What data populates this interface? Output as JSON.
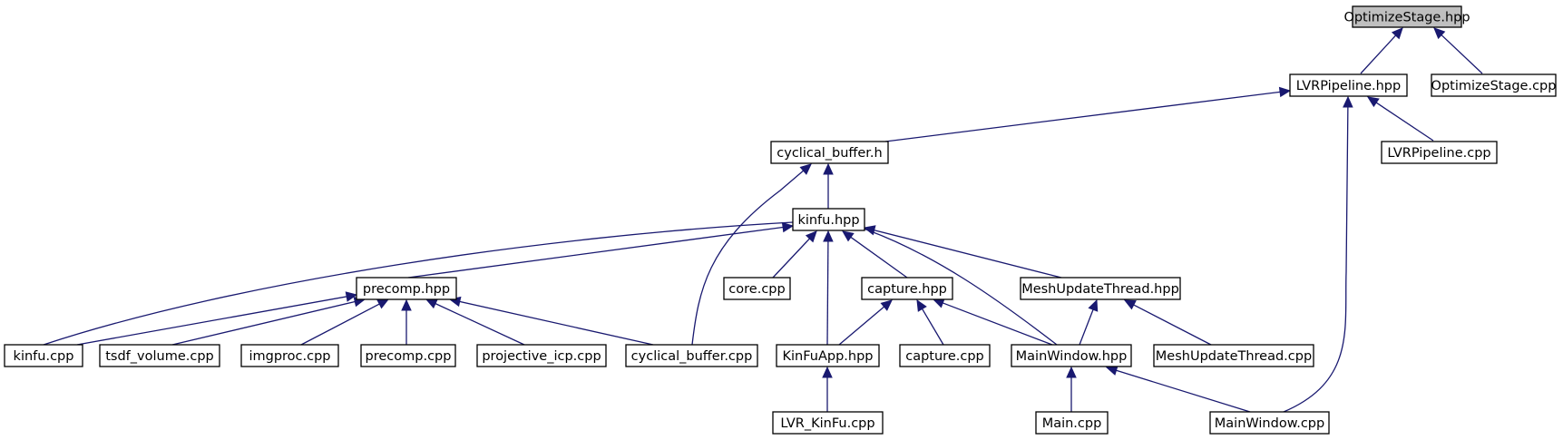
{
  "graph": {
    "root": "OptimizeStage.hpp",
    "colors": {
      "edge": "#191970",
      "root_fill": "#bfbfbf",
      "node_fill": "#ffffff",
      "node_border": "#000000"
    },
    "nodes": [
      {
        "id": "optimize_stage_hpp",
        "label": "OptimizeStage.hpp",
        "root": true
      },
      {
        "id": "lvrpipeline_hpp",
        "label": "LVRPipeline.hpp"
      },
      {
        "id": "optimize_stage_cpp",
        "label": "OptimizeStage.cpp"
      },
      {
        "id": "cyclical_buffer_h",
        "label": "cyclical_buffer.h"
      },
      {
        "id": "lvrpipeline_cpp",
        "label": "LVRPipeline.cpp"
      },
      {
        "id": "kinfu_hpp",
        "label": "kinfu.hpp"
      },
      {
        "id": "precomp_hpp",
        "label": "precomp.hpp"
      },
      {
        "id": "core_cpp",
        "label": "core.cpp"
      },
      {
        "id": "capture_hpp",
        "label": "capture.hpp"
      },
      {
        "id": "meshupdatethread_hpp",
        "label": "MeshUpdateThread.hpp"
      },
      {
        "id": "kinfu_cpp",
        "label": "kinfu.cpp"
      },
      {
        "id": "tsdf_volume_cpp",
        "label": "tsdf_volume.cpp"
      },
      {
        "id": "imgproc_cpp",
        "label": "imgproc.cpp"
      },
      {
        "id": "precomp_cpp",
        "label": "precomp.cpp"
      },
      {
        "id": "projective_icp_cpp",
        "label": "projective_icp.cpp"
      },
      {
        "id": "cyclical_buffer_cpp",
        "label": "cyclical_buffer.cpp"
      },
      {
        "id": "kinfuapp_hpp",
        "label": "KinFuApp.hpp"
      },
      {
        "id": "capture_cpp",
        "label": "capture.cpp"
      },
      {
        "id": "mainwindow_hpp",
        "label": "MainWindow.hpp"
      },
      {
        "id": "meshupdatethread_cpp",
        "label": "MeshUpdateThread.cpp"
      },
      {
        "id": "lvr_kinfu_cpp",
        "label": "LVR_KinFu.cpp"
      },
      {
        "id": "main_cpp",
        "label": "Main.cpp"
      },
      {
        "id": "mainwindow_cpp",
        "label": "MainWindow.cpp"
      }
    ],
    "edges": [
      {
        "from": "lvrpipeline_hpp",
        "to": "optimize_stage_hpp"
      },
      {
        "from": "optimize_stage_cpp",
        "to": "optimize_stage_hpp"
      },
      {
        "from": "cyclical_buffer_h",
        "to": "lvrpipeline_hpp"
      },
      {
        "from": "lvrpipeline_cpp",
        "to": "lvrpipeline_hpp"
      },
      {
        "from": "mainwindow_cpp",
        "to": "lvrpipeline_hpp"
      },
      {
        "from": "kinfu_hpp",
        "to": "cyclical_buffer_h"
      },
      {
        "from": "cyclical_buffer_cpp",
        "to": "cyclical_buffer_h"
      },
      {
        "from": "kinfu_cpp",
        "to": "kinfu_hpp"
      },
      {
        "from": "precomp_hpp",
        "to": "kinfu_hpp"
      },
      {
        "from": "core_cpp",
        "to": "kinfu_hpp"
      },
      {
        "from": "kinfuapp_hpp",
        "to": "kinfu_hpp"
      },
      {
        "from": "capture_hpp",
        "to": "kinfu_hpp"
      },
      {
        "from": "mainwindow_hpp",
        "to": "kinfu_hpp"
      },
      {
        "from": "meshupdatethread_hpp",
        "to": "kinfu_hpp"
      },
      {
        "from": "kinfu_cpp",
        "to": "precomp_hpp"
      },
      {
        "from": "tsdf_volume_cpp",
        "to": "precomp_hpp"
      },
      {
        "from": "imgproc_cpp",
        "to": "precomp_hpp"
      },
      {
        "from": "precomp_cpp",
        "to": "precomp_hpp"
      },
      {
        "from": "projective_icp_cpp",
        "to": "precomp_hpp"
      },
      {
        "from": "cyclical_buffer_cpp",
        "to": "precomp_hpp"
      },
      {
        "from": "kinfuapp_hpp",
        "to": "capture_hpp"
      },
      {
        "from": "capture_cpp",
        "to": "capture_hpp"
      },
      {
        "from": "mainwindow_hpp",
        "to": "capture_hpp"
      },
      {
        "from": "mainwindow_hpp",
        "to": "meshupdatethread_hpp"
      },
      {
        "from": "meshupdatethread_cpp",
        "to": "meshupdatethread_hpp"
      },
      {
        "from": "lvr_kinfu_cpp",
        "to": "kinfuapp_hpp"
      },
      {
        "from": "main_cpp",
        "to": "mainwindow_hpp"
      },
      {
        "from": "mainwindow_cpp",
        "to": "mainwindow_hpp"
      }
    ]
  }
}
